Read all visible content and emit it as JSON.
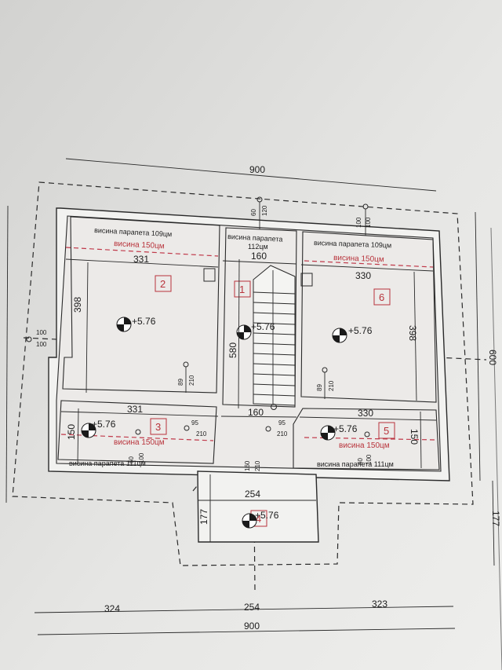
{
  "overall": {
    "top_width": "900",
    "bottom_width": "900",
    "right_height": "600",
    "right_bottom": "177"
  },
  "bottom_dims": {
    "left": "324",
    "mid": "254",
    "right": "323"
  },
  "rooms": {
    "r1": {
      "num": "1",
      "level": "+5.76"
    },
    "r2": {
      "num": "2",
      "level": "+5.76"
    },
    "r3": {
      "num": "3",
      "level": "+5.76"
    },
    "r4": {
      "num": "4",
      "level": "+5.76"
    },
    "r5": {
      "num": "5",
      "level": "+5.76"
    },
    "r6": {
      "num": "6",
      "level": "+5.76"
    }
  },
  "labels": {
    "parapet_109_left": "висина парапета 109цм",
    "parapet_112": "висина парапета",
    "parapet_112_val": "112цм",
    "parapet_109_right": "висина парапета 109цм",
    "parapet_111_left": "висина парапета 111цм",
    "parapet_111_right": "висина парапета 111цм",
    "height150_a": "висина  150цм",
    "height150_b": "висина 150цм",
    "height150_c": "висина 150цм",
    "height150_d": "висина 150цм"
  },
  "dims": {
    "d331_top": "331",
    "d160_top": "160",
    "d330_top": "330",
    "d398_left": "398",
    "d398_right": "398",
    "d580": "580",
    "d331_mid": "331",
    "d160_mid": "160",
    "d330_mid": "330",
    "d150_left": "150",
    "d150_right": "150",
    "d254": "254",
    "d177": "177",
    "d100a": "100",
    "d100b": "100",
    "d60": "60",
    "d120": "120",
    "d100c": "100",
    "d100d": "100",
    "d89a": "89",
    "d210a": "210",
    "d89b": "89",
    "d210b": "210",
    "d95a": "95",
    "d210c": "210",
    "d95b": "95",
    "d210d": "210",
    "d60b": "60",
    "d100e": "100",
    "d60c": "60",
    "d100f": "100",
    "d160b": "160",
    "d210e": "210"
  }
}
